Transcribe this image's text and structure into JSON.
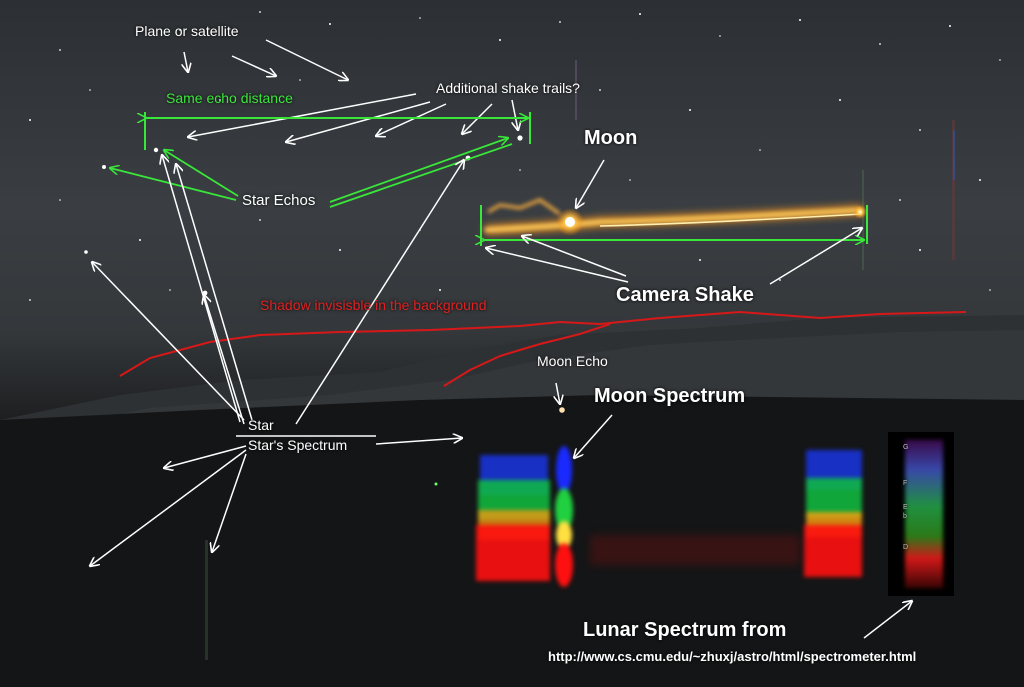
{
  "labels": {
    "plane": "Plane or satellite",
    "shake_trails": "Additional shake trails?",
    "echo_distance": "Same echo distance",
    "moon": "Moon",
    "star_echos": "Star Echos",
    "camera_shake": "Camera Shake",
    "shadow": "Shadow invisisble in the background",
    "moon_echo": "Moon Echo",
    "moon_spectrum": "Moon Spectrum",
    "star": "Star",
    "star_spectrum": "Star's Spectrum",
    "lunar_spectrum": "Lunar Spectrum from",
    "url": "http://www.cs.cmu.edu/~zhuxj/astro/html/spectrometer.html"
  },
  "inset": {
    "letters": [
      "G",
      "F",
      "E",
      "b",
      "D"
    ]
  },
  "colors": {
    "annotation_white": "#ffffff",
    "annotation_green": "#39e63a",
    "annotation_red": "#e02020"
  }
}
